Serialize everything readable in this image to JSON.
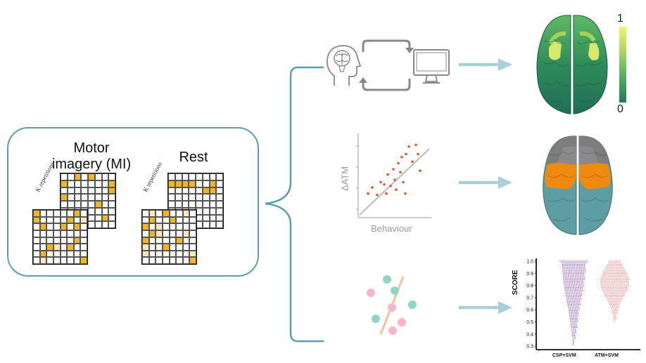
{
  "left_panel": {
    "conditions": [
      {
        "title_line1": "Motor",
        "title_line2": "imagery (MI)",
        "k_label": "K repetitions"
      },
      {
        "title": "Rest",
        "k_label": "K repetitions"
      }
    ]
  },
  "scatter_panel": {
    "ylabel": "ΔATM",
    "xlabel": "Behaviour",
    "points": [
      [
        0.12,
        0.3
      ],
      [
        0.18,
        0.38
      ],
      [
        0.25,
        0.28
      ],
      [
        0.3,
        0.45
      ],
      [
        0.35,
        0.42
      ],
      [
        0.38,
        0.3
      ],
      [
        0.4,
        0.55
      ],
      [
        0.44,
        0.4
      ],
      [
        0.48,
        0.62
      ],
      [
        0.5,
        0.48
      ],
      [
        0.52,
        0.35
      ],
      [
        0.55,
        0.7
      ],
      [
        0.58,
        0.58
      ],
      [
        0.6,
        0.78
      ],
      [
        0.62,
        0.45
      ],
      [
        0.66,
        0.82
      ],
      [
        0.7,
        0.92
      ],
      [
        0.75,
        0.72
      ],
      [
        0.8,
        0.94
      ],
      [
        0.83,
        0.82
      ],
      [
        0.86,
        0.6
      ],
      [
        0.65,
        0.3
      ]
    ]
  },
  "brain_colorbar": {
    "max_label": "1",
    "min_label": "0"
  },
  "violin_chart": {
    "ylabel": "SCORE",
    "ticks": [
      "1.0",
      "0.9",
      "0.8",
      "0.7",
      "0.6",
      "0.5",
      "0.4",
      "0.3"
    ],
    "categories": [
      "CSP+SVM",
      "ATM+SVM"
    ]
  },
  "colors": {
    "teal": "#5a9fab",
    "arrow": "#a9cfd8",
    "matrix_fill": "#f2b71e",
    "matrix_light": "#fbe8b8",
    "scatter_point": "#e2572b",
    "violin_left": "#8b4fa8",
    "violin_right": "#f08080"
  }
}
